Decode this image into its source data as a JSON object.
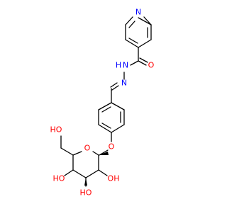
{
  "molecule": {
    "colors": {
      "bond": "#000000",
      "nitrogen": "#0000FF",
      "oxygen": "#FF0000",
      "background": "#FFFFFF"
    },
    "labels": {
      "pyridine_n": "N",
      "carbonyl_o": "O",
      "amide_nh": "N",
      "amide_h": "H",
      "hydrazone_n": "N",
      "aryl_ether_o": "O",
      "ring_o": "O",
      "oh_ch2": "HO",
      "oh_c4": "HO",
      "oh_c3": "HO",
      "oh_c2": "OH"
    }
  }
}
